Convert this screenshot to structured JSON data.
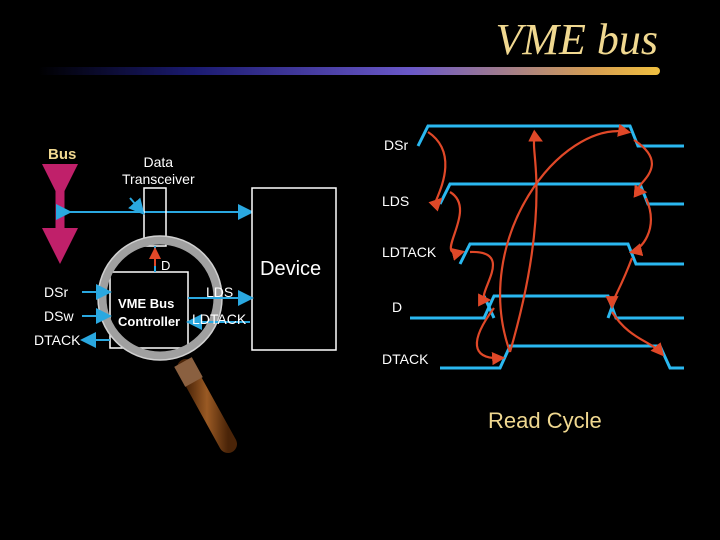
{
  "slide": {
    "title": "VME bus",
    "caption": "Read Cycle"
  },
  "schematic": {
    "bus_label": "Bus",
    "transceiver_label": "Data\nTransceiver",
    "device_label": "Device",
    "controller_label_line1": "VME Bus",
    "controller_label_line2": "Controller",
    "d_label": "D",
    "lds_label": "LDS",
    "ldtack_label": "LDTACK",
    "dsr_label": "DSr",
    "dsw_label": "DSw",
    "dtack_label": "DTACK"
  },
  "timing": {
    "signals": [
      "DSr",
      "LDS",
      "LDTACK",
      "D",
      "DTACK"
    ]
  },
  "colors": {
    "background": "#000000",
    "title": "#f0d890",
    "caption": "#f0d890",
    "wire": "#2aa8e0",
    "bus_arrow": "#c0206a",
    "waveform": "#2ab8f0",
    "causality": "#e04828",
    "magnifier_handle": "#7a4218",
    "magnifier_rim": "#b8b8b8"
  }
}
